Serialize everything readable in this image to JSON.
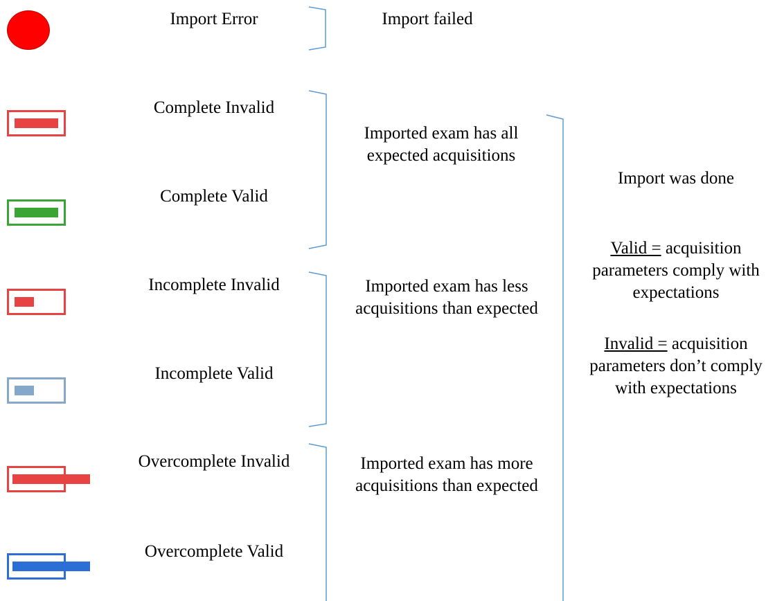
{
  "statuses": [
    {
      "label": "Import Error",
      "icon": "red-circle-icon",
      "color": "#ff0000"
    },
    {
      "label": "Complete Invalid",
      "icon": "complete-invalid-icon",
      "color": "#e84343"
    },
    {
      "label": "Complete Valid",
      "icon": "complete-valid-icon",
      "color": "#3aa535"
    },
    {
      "label": "Incomplete Invalid",
      "icon": "incomplete-invalid-icon",
      "color": "#e84343"
    },
    {
      "label": "Incomplete Valid",
      "icon": "incomplete-valid-icon",
      "color": "#85a7c9"
    },
    {
      "label": "Overcomplete Invalid",
      "icon": "overcomplete-invalid-icon",
      "color": "#e84343"
    },
    {
      "label": "Overcomplete Valid",
      "icon": "overcomplete-valid-icon",
      "color": "#2b6fd6"
    }
  ],
  "groups": {
    "import_failed": "Import failed",
    "complete": [
      "Imported exam has all",
      "expected acquisitions"
    ],
    "incomplete": [
      "Imported exam has less",
      "acquisitions than expected"
    ],
    "overcomplete": [
      "Imported exam has more",
      "acquisitions than expected"
    ]
  },
  "summary": {
    "title": "Import was done",
    "valid_term": "Valid ",
    "valid_eq": "=",
    "valid_def": [
      " acquisition",
      "parameters comply with",
      "expectations"
    ],
    "invalid_term": "Invalid ",
    "invalid_eq": "=",
    "invalid_def": [
      " acquisition",
      "parameters don’t comply",
      "with expectations"
    ]
  },
  "bracket_color": "#5b9bd5"
}
